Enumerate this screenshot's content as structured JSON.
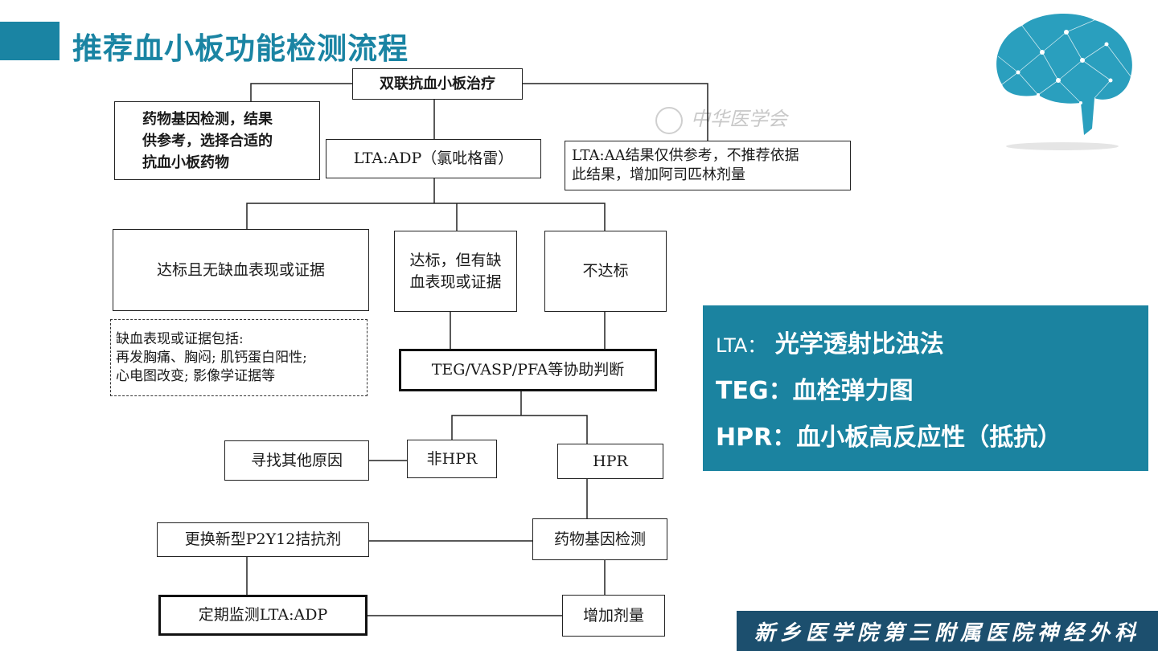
{
  "title": "推荐血小板功能检测流程",
  "watermark": "中华医学会",
  "flow": {
    "dual_therapy": "双联抗血小板治疗",
    "gene_test_advice": "药物基因检测，结果\n供参考，选择合适的\n抗血小板药物",
    "lta_adp": "LTA:ADP（氯吡格雷）",
    "lta_aa": "LTA:AA结果仅供参考，不推荐依据\n此结果，增加阿司匹林剂量",
    "target_no_ischemia": "达标且无缺血表现或证据",
    "target_with_ischemia": "达标，但有缺\n血表现或证据",
    "not_target": "不达标",
    "ischemia_note": "缺血表现或证据包括:\n再发胸痛、胸闷; 肌钙蛋白阳性;\n心电图改变; 影像学证据等",
    "assist": "TEG/VASP/PFA等协助判断",
    "other_cause": "寻找其他原因",
    "non_hpr": "非HPR",
    "hpr": "HPR",
    "switch_p2y12": "更换新型P2Y12拮抗剂",
    "gene_test": "药物基因检测",
    "monitor": "定期监测LTA:ADP",
    "increase_dose": "增加剂量"
  },
  "legend": [
    {
      "term": "LTA",
      "sep": "：",
      "desc": "光学透射比浊法"
    },
    {
      "term": "TEG",
      "sep": "：",
      "desc": "血栓弹力图"
    },
    {
      "term": "HPR",
      "sep": "：",
      "desc": "血小板高反应性（抵抗）"
    }
  ],
  "footer": "新乡医学院第三附属医院神经外科",
  "colors": {
    "accent": "#1a84a3",
    "legend_bg": "#1b83a0",
    "footer_bg": "#1c4f6e"
  }
}
